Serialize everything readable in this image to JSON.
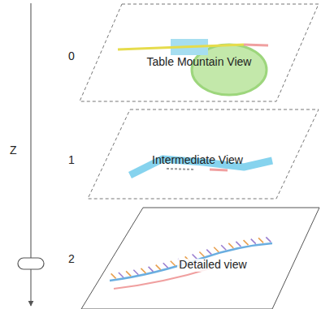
{
  "diagram": {
    "nodes": [
      {
        "text": [
          "Table Mountain View"
        ]
      },
      {
        "text": [
          "Intermediate View"
        ]
      },
      {
        "text": [
          "Detailed view"
        ]
      }
    ],
    "labels": [
      "Z",
      "0",
      "1",
      "2"
    ]
  }
}
